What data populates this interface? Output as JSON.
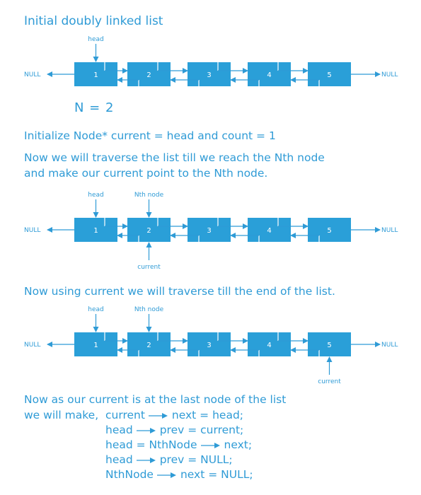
{
  "colors": {
    "accent": "#2f9bd6",
    "node_fill": "#2a9fd8",
    "node_text": "#ffffff"
  },
  "title": "Initial doubly linked list",
  "n_label": "N  =  2",
  "init_text": "Initialize Node* current  =  head  and  count  =  1",
  "traverse_text_1": "Now we will traverse the list till we reach the Nth node",
  "traverse_text_2": "and make our current point to the Nth node.",
  "using_current_text": "Now using current we will traverse till the end of the list.",
  "last_node_text": "Now as our current is at the last node of the list",
  "we_will_make": "we will make,",
  "code": [
    {
      "lhs": "current",
      "rhs": "next = head;"
    },
    {
      "lhs": "head",
      "rhs": "prev = current;"
    },
    {
      "lhs": "head = NthNode",
      "rhs": "next;"
    },
    {
      "lhs": "head",
      "rhs": "prev = NULL;"
    },
    {
      "lhs": "NthNode",
      "rhs": "next = NULL;"
    }
  ],
  "null_label": "NULL",
  "nodes": [
    "1",
    "2",
    "3",
    "4",
    "5"
  ],
  "pointer_labels": {
    "head": "head",
    "nth": "Nth node",
    "current": "current"
  }
}
